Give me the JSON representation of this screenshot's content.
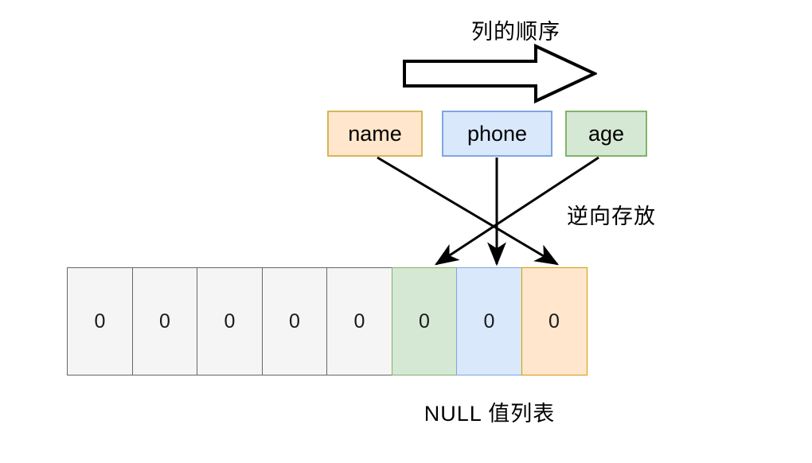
{
  "diagram": {
    "title_top": "列的顺序",
    "reverse_note": "逆向存放",
    "bottom_caption": "NULL 值列表",
    "columns": [
      {
        "label": "name",
        "fill": "#ffe6cc",
        "stroke": "#d6b656"
      },
      {
        "label": "phone",
        "fill": "#dae8fc",
        "stroke": "#7ea6e0"
      },
      {
        "label": "age",
        "fill": "#d5e8d4",
        "stroke": "#82b366"
      }
    ],
    "null_bitmap": {
      "cells": [
        {
          "value": "0",
          "kind": "empty"
        },
        {
          "value": "0",
          "kind": "empty"
        },
        {
          "value": "0",
          "kind": "empty"
        },
        {
          "value": "0",
          "kind": "empty"
        },
        {
          "value": "0",
          "kind": "empty"
        },
        {
          "value": "0",
          "kind": "green"
        },
        {
          "value": "0",
          "kind": "blue"
        },
        {
          "value": "0",
          "kind": "orange"
        }
      ]
    },
    "mappings": [
      {
        "from": "name",
        "to_cell_index": 7
      },
      {
        "from": "phone",
        "to_cell_index": 6
      },
      {
        "from": "age",
        "to_cell_index": 5
      }
    ],
    "colors": {
      "orange_fill": "#ffe6cc",
      "orange_stroke": "#d79b00",
      "blue_fill": "#dae8fc",
      "blue_stroke": "#7ea6e0",
      "green_fill": "#d5e8d4",
      "green_stroke": "#82b366",
      "empty_fill": "#f5f5f5",
      "empty_stroke": "#666666",
      "line": "#000000"
    }
  }
}
